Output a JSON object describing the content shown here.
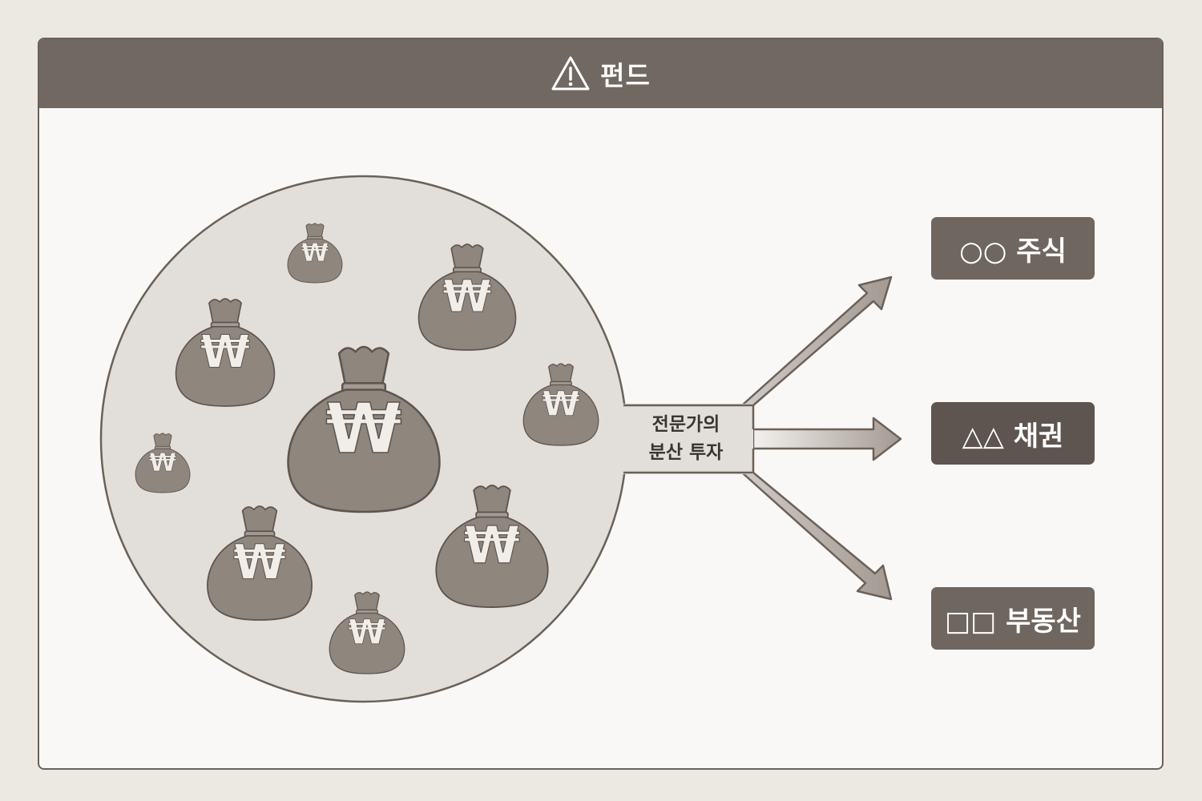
{
  "header": {
    "title": "펀드",
    "icon": "warning-icon"
  },
  "center_label": {
    "line1": "전문가의",
    "line2": "분산 투자"
  },
  "currency_symbol": "₩",
  "targets": [
    {
      "label": "○○ 주식"
    },
    {
      "label": "△△ 채권"
    },
    {
      "label": "□□ 부동산"
    }
  ],
  "colors": {
    "header_bg": "#716861",
    "circle_fill": "#e2dfda",
    "bag_fill": "#8f867e",
    "tag_bg": "#6f6660"
  }
}
